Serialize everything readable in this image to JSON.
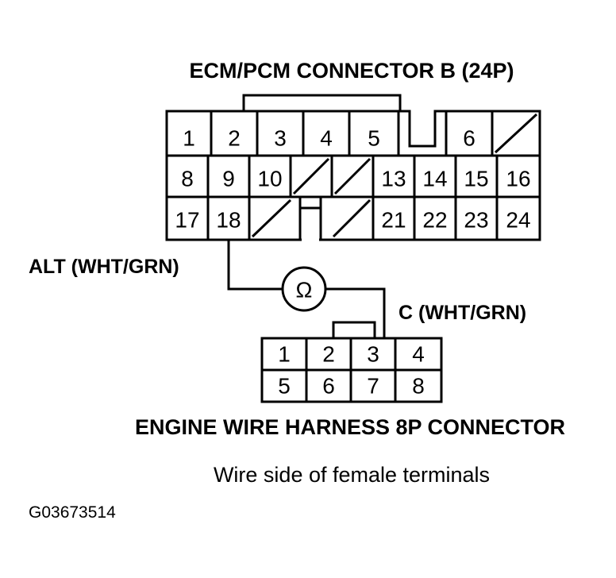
{
  "labels": {
    "ecm_title": "ECM/PCM CONNECTOR B (24P)",
    "alt_label": "ALT (WHT/GRN)",
    "c_label": "C (WHT/GRN)",
    "harness_title": "ENGINE WIRE HARNESS 8P CONNECTOR",
    "caption": "Wire side of female terminals",
    "figure_code": "G03673514",
    "ohmmeter_symbol": "Ω"
  },
  "ecm_connector": {
    "row1": [
      "1",
      "2",
      "3",
      "4",
      "5",
      "",
      "6",
      ""
    ],
    "row2": [
      "8",
      "9",
      "10",
      "",
      "",
      "13",
      "14",
      "15",
      "16"
    ],
    "row3": [
      "17",
      "18",
      "",
      "",
      "21",
      "22",
      "23",
      "24"
    ]
  },
  "harness_connector": {
    "row1": [
      "1",
      "2",
      "3",
      "4"
    ],
    "row2": [
      "5",
      "6",
      "7",
      "8"
    ]
  }
}
